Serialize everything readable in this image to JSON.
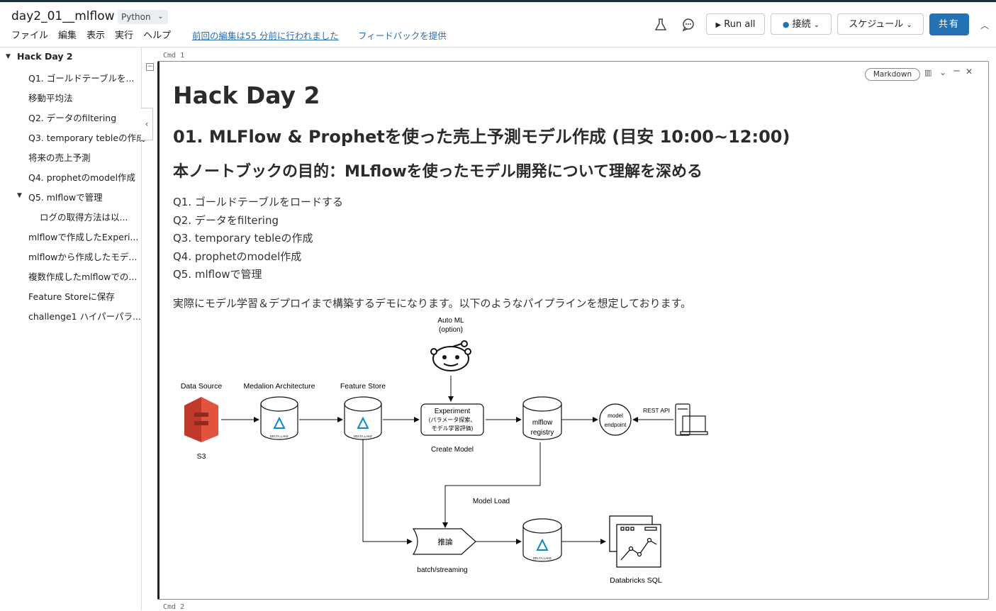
{
  "header": {
    "title": "day2_01__mlflow",
    "language": "Python",
    "menus": [
      "ファイル",
      "編集",
      "表示",
      "実行",
      "ヘルプ"
    ],
    "last_edit": "前回の編集は55 分前に行われました",
    "feedback": "フィードバックを提供",
    "run_all": "Run all",
    "connect": "接続",
    "schedule": "スケジュール",
    "share": "共有"
  },
  "sidebar": {
    "items": [
      {
        "label": "Hack Day 2"
      },
      {
        "label": "Q1. ゴールドテーブルを..."
      },
      {
        "label": "移動平均法"
      },
      {
        "label": "Q2. データのfiltering"
      },
      {
        "label": "Q3. temporary tebleの作成"
      },
      {
        "label": "将来の売上予測"
      },
      {
        "label": "Q4. prophetのmodel作成"
      },
      {
        "label": "Q5. mlflowで管理"
      },
      {
        "label": "ログの取得方法は以..."
      },
      {
        "label": "mlflowで作成したExperi..."
      },
      {
        "label": "mlflowから作成したモデ..."
      },
      {
        "label": "複数作成したmlflowでの..."
      },
      {
        "label": "Feature Storeに保存"
      },
      {
        "label": "challenge1 ハイパーパラ..."
      }
    ]
  },
  "cells": {
    "cmd1": "Cmd 1",
    "cmd2": "Cmd 2",
    "badge": "Markdown"
  },
  "content": {
    "h1": "Hack Day 2",
    "h2": "01. MLFlow & Prophetを使った売上予測モデル作成 (目安 10:00~12:00)",
    "h3": "本ノートブックの目的：MLflowを使ったモデル開発について理解を深める",
    "questions": [
      "Q1. ゴールドテーブルをロードする",
      "Q2. データをfiltering",
      "Q3. temporary tebleの作成",
      "Q4. prophetのmodel作成",
      "Q5. mlflowで管理"
    ],
    "paragraph": "実際にモデル学習＆デプロイまで構築するデモになります。以下のようなパイプラインを想定しております。"
  },
  "diagram": {
    "automl": "Auto ML",
    "automl_sub": "(option)",
    "data_source": "Data Source",
    "medalion": "Medalion Architecture",
    "feature_store": "Feature Store",
    "s3": "S3",
    "experiment": "Experiment",
    "experiment_sub1": "(パラメータ探索、",
    "experiment_sub2": "モデル学習評価)",
    "create_model": "Create Model",
    "mlflow_registry1": "mlflow",
    "mlflow_registry2": "registry",
    "model_endpoint1": "model",
    "model_endpoint2": "endpoint",
    "rest_api": "REST API",
    "model_load": "Model Load",
    "inference": "推論",
    "batch_streaming": "batch/streaming",
    "databricks_sql": "Databricks SQL",
    "delta_lake": "DELTA LAKE"
  }
}
